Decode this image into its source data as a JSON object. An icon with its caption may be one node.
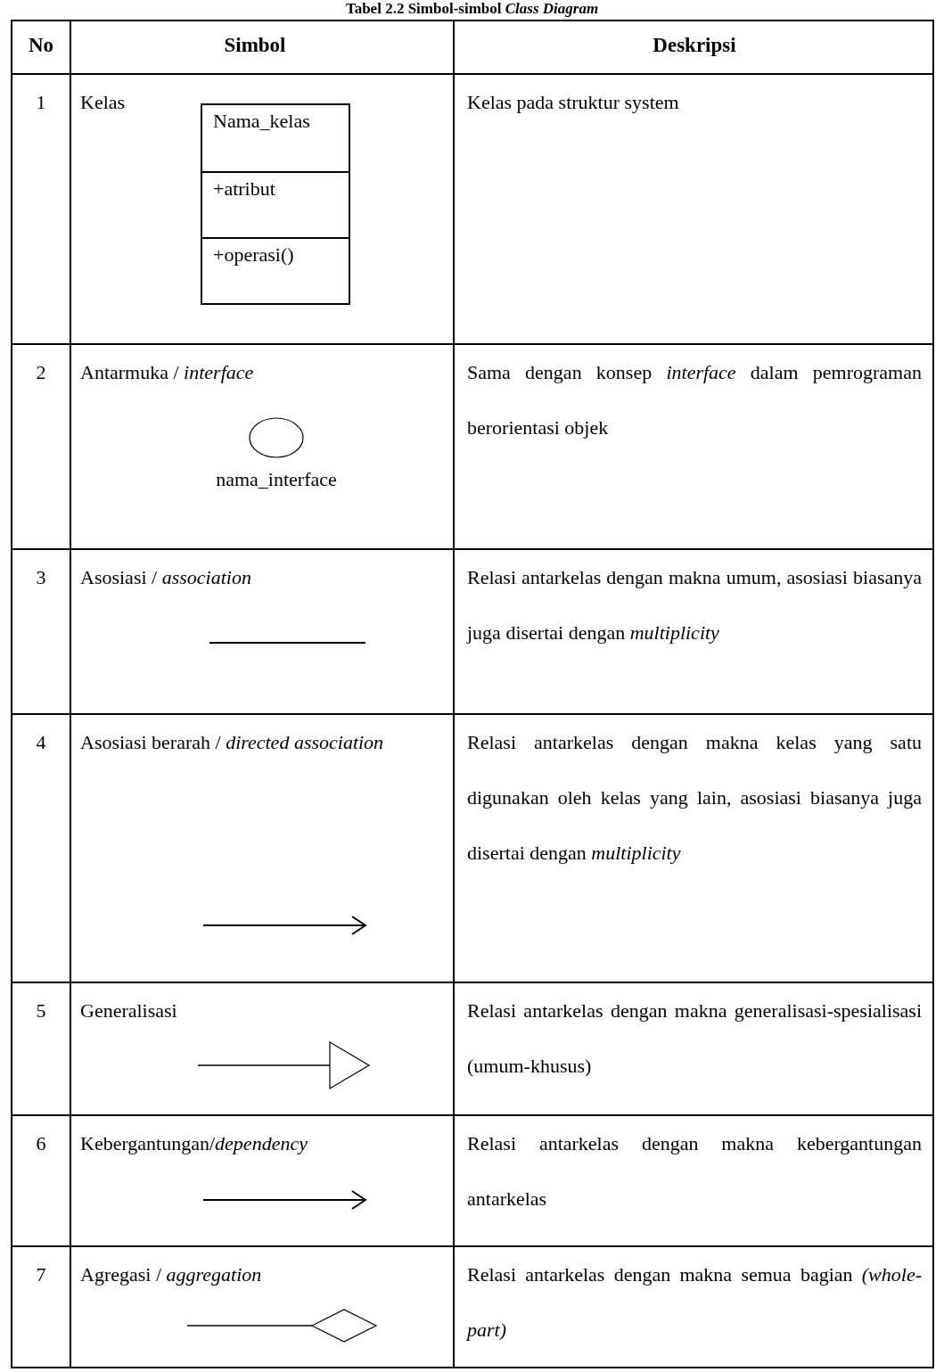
{
  "diagram": {
    "title": "Tabel 2.2 Simbol-simbol *Class Diagram*",
    "nodes": [
      {
        "text": [
          "Nama_kelas",
          "+atribut",
          "+operasi()"
        ]
      },
      {
        "text": [
          "nama_interface"
        ]
      }
    ],
    "labels": [
      "No",
      "Simbol",
      "Deskripsi",
      "1",
      "Kelas",
      "Kelas pada struktur system",
      "2",
      "Antarmuka / *interface*",
      "Sama dengan konsep *interface* dalam pemrograman berorientasi objek",
      "3",
      "Asosiasi / *association*",
      "Relasi antarkelas dengan makna umum, asosiasi biasanya juga disertai dengan *multiplicity*",
      "4",
      "Asosiasi berarah / *directed association*",
      "Relasi antarkelas dengan makna kelas yang satu digunakan oleh kelas yang lain, asosiasi biasanya juga disertai dengan *multiplicity*",
      "5",
      "Generalisasi",
      "Relasi antarkelas dengan makna generalisasi-spesialisasi (umum-khusus)",
      "6",
      "Kebergantungan/*dependency*",
      "Relasi antarkelas dengan makna kebergantungan antarkelas",
      "7",
      "Agregasi / *aggregation*",
      "Relasi antarkelas dengan makna semua bagian *(whole-part)*"
    ]
  }
}
